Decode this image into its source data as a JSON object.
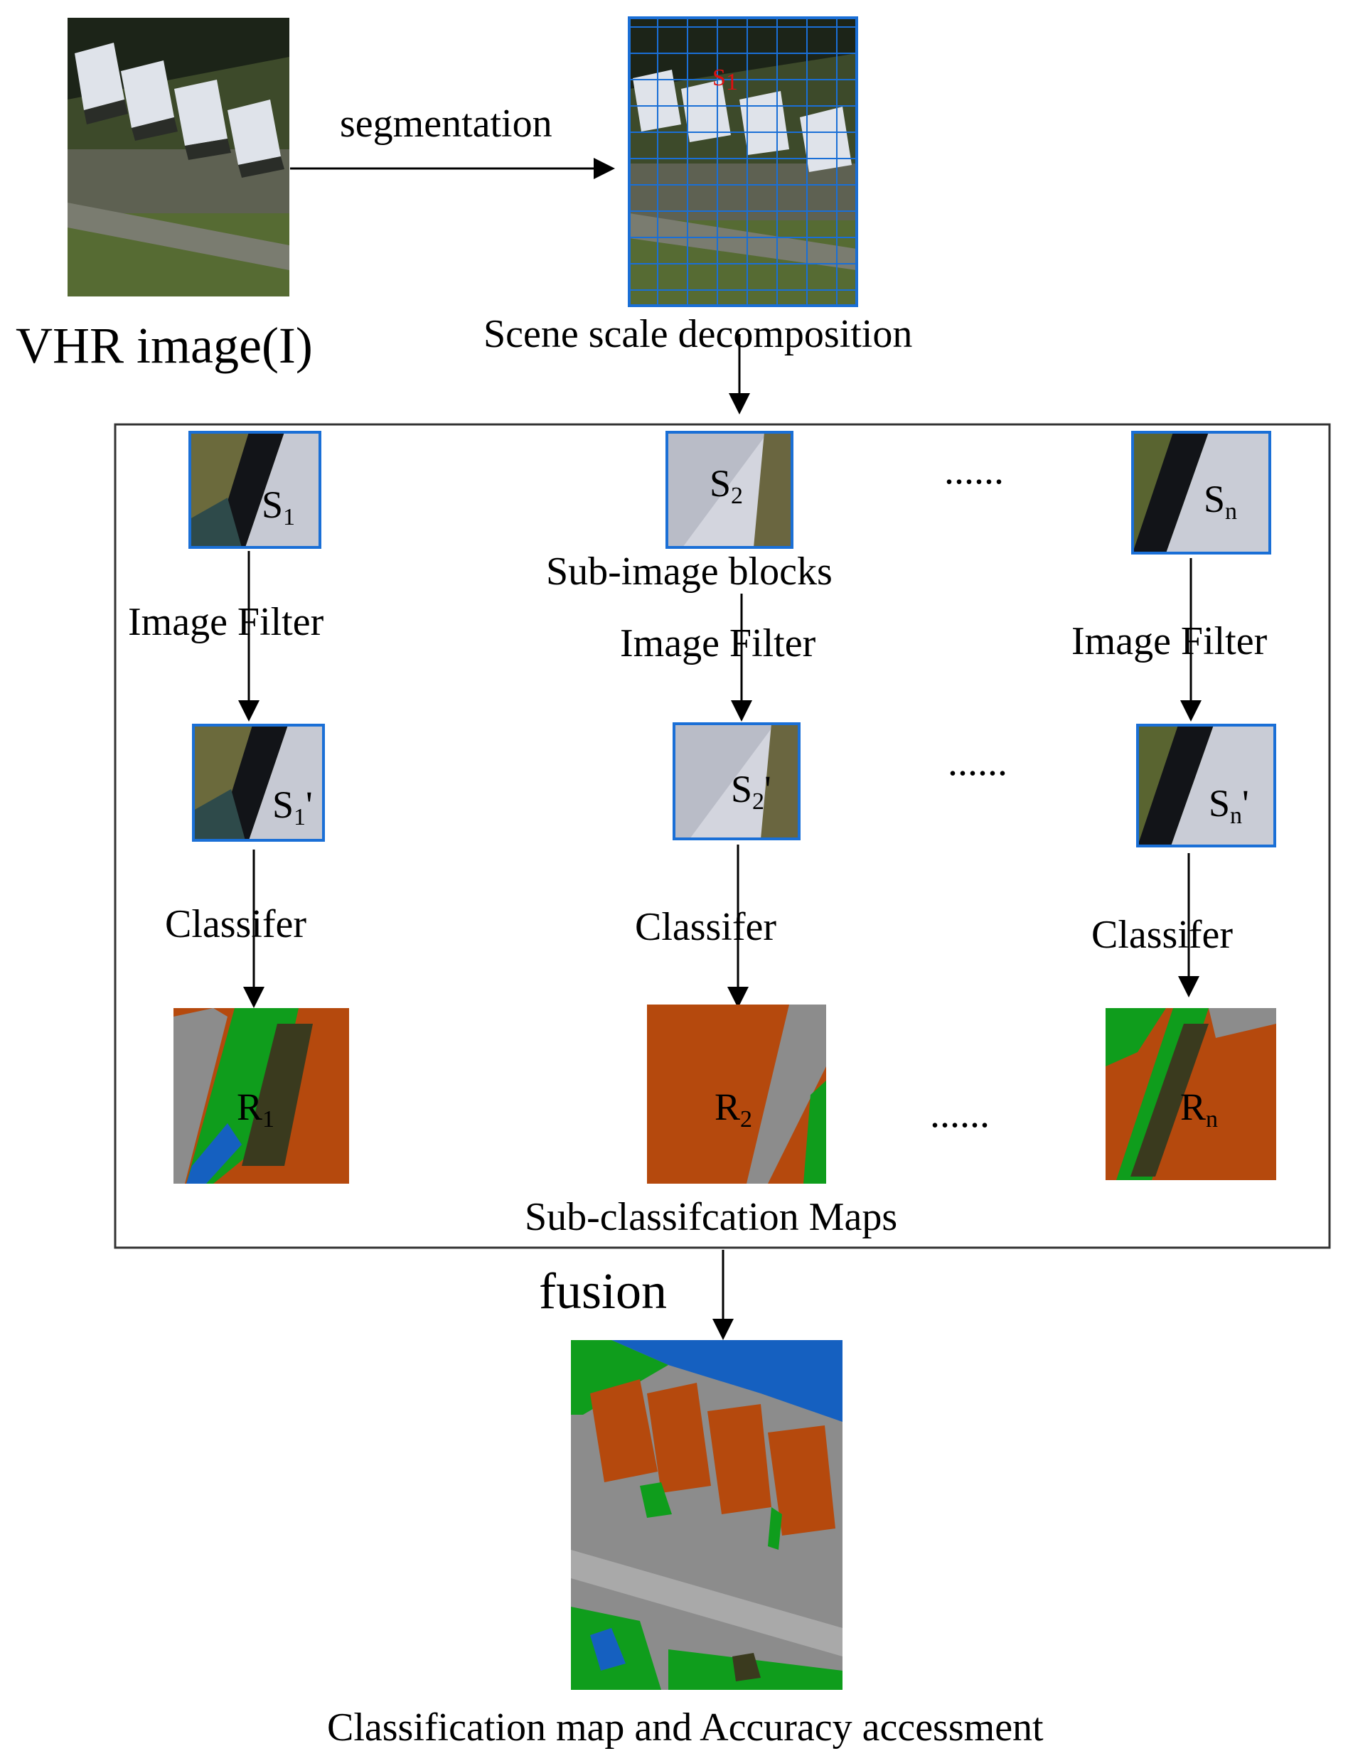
{
  "input": {
    "caption": "VHR image(I)"
  },
  "step_segmentation": {
    "label": "segmentation"
  },
  "decomposition": {
    "caption": "Scene scale decomposition",
    "block_label_base": "S",
    "block_label_sub": "1"
  },
  "sub_blocks": {
    "caption": "Sub-image blocks",
    "items": [
      {
        "base": "S",
        "sub": "1"
      },
      {
        "base": "S",
        "sub": "2"
      },
      {
        "base": "S",
        "sub": "n"
      }
    ],
    "ellipsis": "......"
  },
  "filter_step": {
    "label": "Image Filter"
  },
  "filtered_blocks": {
    "items": [
      {
        "base": "S",
        "sub": "1",
        "prime": "'"
      },
      {
        "base": "S",
        "sub": "2",
        "prime": "'"
      },
      {
        "base": "S",
        "sub": "n",
        "prime": "'"
      }
    ],
    "ellipsis": "......"
  },
  "classifier_step": {
    "label": "Classifer"
  },
  "sub_maps": {
    "caption": "Sub-classifcation Maps",
    "items": [
      {
        "base": "R",
        "sub": "1"
      },
      {
        "base": "R",
        "sub": "2"
      },
      {
        "base": "R",
        "sub": "n"
      }
    ],
    "ellipsis": "......"
  },
  "fusion_step": {
    "label": "fusion"
  },
  "output": {
    "caption": "Classification map and Accuracy accessment"
  },
  "colors": {
    "grid_blue": "#1a6fd6",
    "class_orange": "#b5490d",
    "class_green": "#0f9d1c",
    "class_gray": "#8c8c8c",
    "class_blue": "#1560c0",
    "class_dark": "#3a3a1e",
    "roof_white": "#d9dde6"
  }
}
